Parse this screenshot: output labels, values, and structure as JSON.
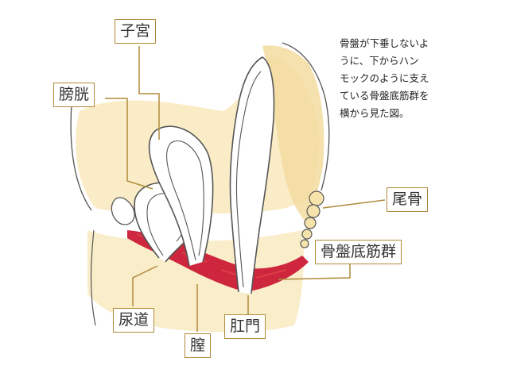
{
  "labels": {
    "uterus": "子宮",
    "bladder": "膀胱",
    "urethra": "尿道",
    "vagina": "膣",
    "anus": "肛門",
    "coccyx": "尾骨",
    "pelvic_floor": "骨盤底筋群"
  },
  "description": [
    "骨盤が下垂しないよ",
    "うに、下からハン",
    "モックのように支え",
    "ている骨盤底筋群を",
    "横から見た図。"
  ],
  "colors": {
    "leader_line": "#b08a3a",
    "muscle": "#c8102e",
    "skin": "#f8e6b4",
    "outline": "#555555"
  }
}
